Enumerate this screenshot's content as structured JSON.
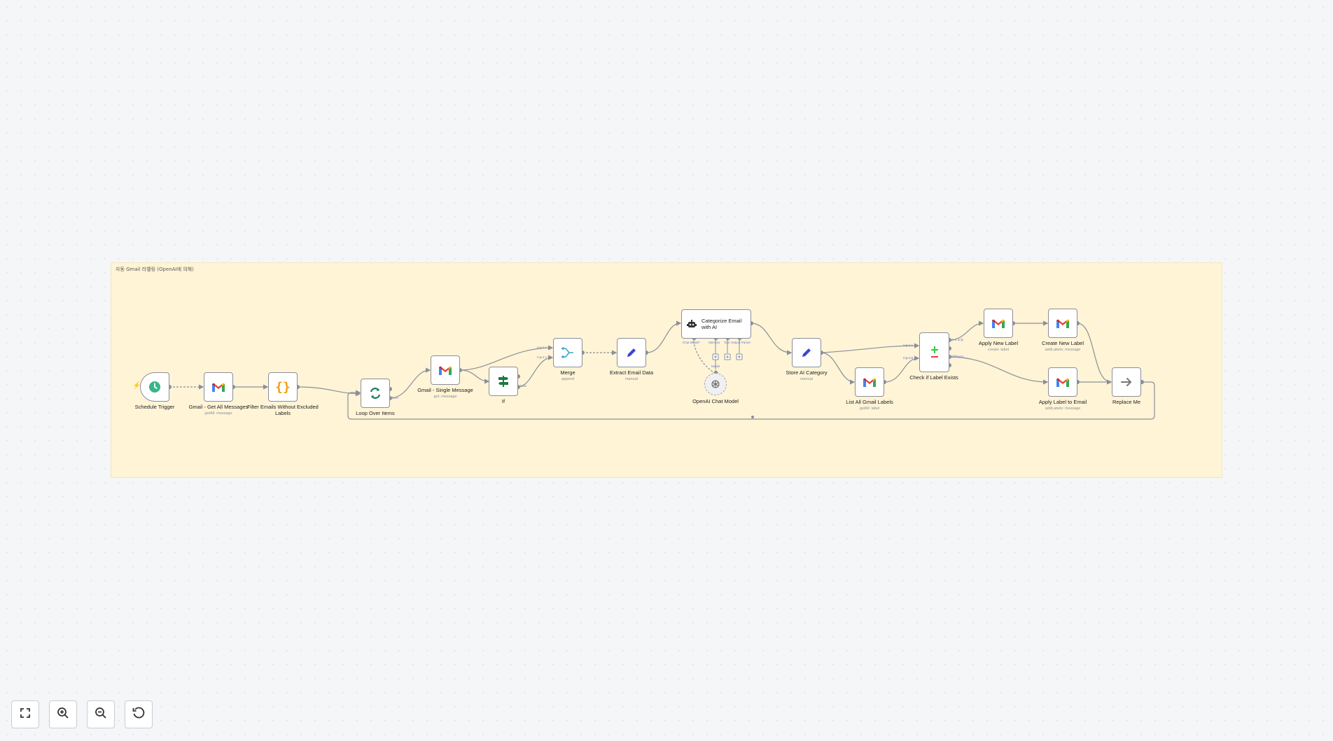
{
  "sticky_note": {
    "title": "자동 Gmail 라벨링 (OpenAI에 의해)"
  },
  "nodes": {
    "schedule_trigger": {
      "label": "Schedule Trigger",
      "icon": "clock-icon"
    },
    "gmail_get_all": {
      "label": "Gmail - Get All Messages",
      "sublabel": "getAll: message",
      "icon": "gmail-icon"
    },
    "filter_emails": {
      "label": "Filter Emails Without Excluded Labels",
      "icon": "code-braces-icon"
    },
    "loop_over_items": {
      "label": "Loop Over Items",
      "icon": "loop-icon"
    },
    "gmail_single": {
      "label": "Gmail - Single Message",
      "sublabel": "get: message",
      "icon": "gmail-icon"
    },
    "if_node": {
      "label": "If",
      "icon": "signpost-icon"
    },
    "merge": {
      "label": "Merge",
      "sublabel": "append",
      "icon": "merge-icon"
    },
    "extract_email_data": {
      "label": "Extract Email Data",
      "sublabel": "manual",
      "icon": "pencil-icon"
    },
    "categorize_email": {
      "label": "Categorize Email with AI",
      "icon": "robot-icon"
    },
    "openai_chat_model": {
      "label": "OpenAI Chat Model",
      "icon": "openai-icon"
    },
    "store_ai_category": {
      "label": "Store AI Category",
      "sublabel": "manual",
      "icon": "pencil-icon"
    },
    "list_gmail_labels": {
      "label": "List All Gmail Labels",
      "sublabel": "getAll: label",
      "icon": "gmail-icon"
    },
    "check_label_exists": {
      "label": "Check if Label Exists",
      "icon": "compare-icon"
    },
    "apply_new_label": {
      "label": "Apply New Label",
      "sublabel": "create: label",
      "icon": "gmail-icon"
    },
    "create_new_label": {
      "label": "Create New Label",
      "sublabel": "addLabels: message",
      "icon": "gmail-icon"
    },
    "apply_label_to_email": {
      "label": "Apply Label to Email",
      "sublabel": "addLabels: message",
      "icon": "gmail-icon"
    },
    "replace_me": {
      "label": "Replace Me",
      "icon": "arrow-right-icon"
    }
  },
  "port_labels": {
    "loop_done": "done",
    "if_false": "false",
    "merge_input1": "Input 1",
    "merge_input2": "Input 2",
    "agent_chat_model": "Chat Model*",
    "agent_memory": "Memory",
    "agent_tool": "Tool",
    "agent_output_parser": "Output Parser",
    "openai_model": "Model",
    "check_input_a": "Input A",
    "check_input_b": "Input B",
    "check_in_a_only": "In A only",
    "check_different": "Different"
  },
  "controls": {
    "fit_view": "fit-view-icon",
    "zoom_in": "zoom-in-icon",
    "zoom_out": "zoom-out-icon",
    "reset_zoom": "reset-icon"
  },
  "colors": {
    "sticky": "#fff4d6",
    "trigger_green": "#35b58a",
    "code_orange": "#f39c12",
    "loop_green": "#1e7a5a",
    "if_green": "#1d7a3e",
    "merge_teal": "#3ba6c6",
    "pencil_blue": "#3b46d1",
    "ai_blue": "#6b7bd6",
    "edge": "#8a8f99"
  }
}
